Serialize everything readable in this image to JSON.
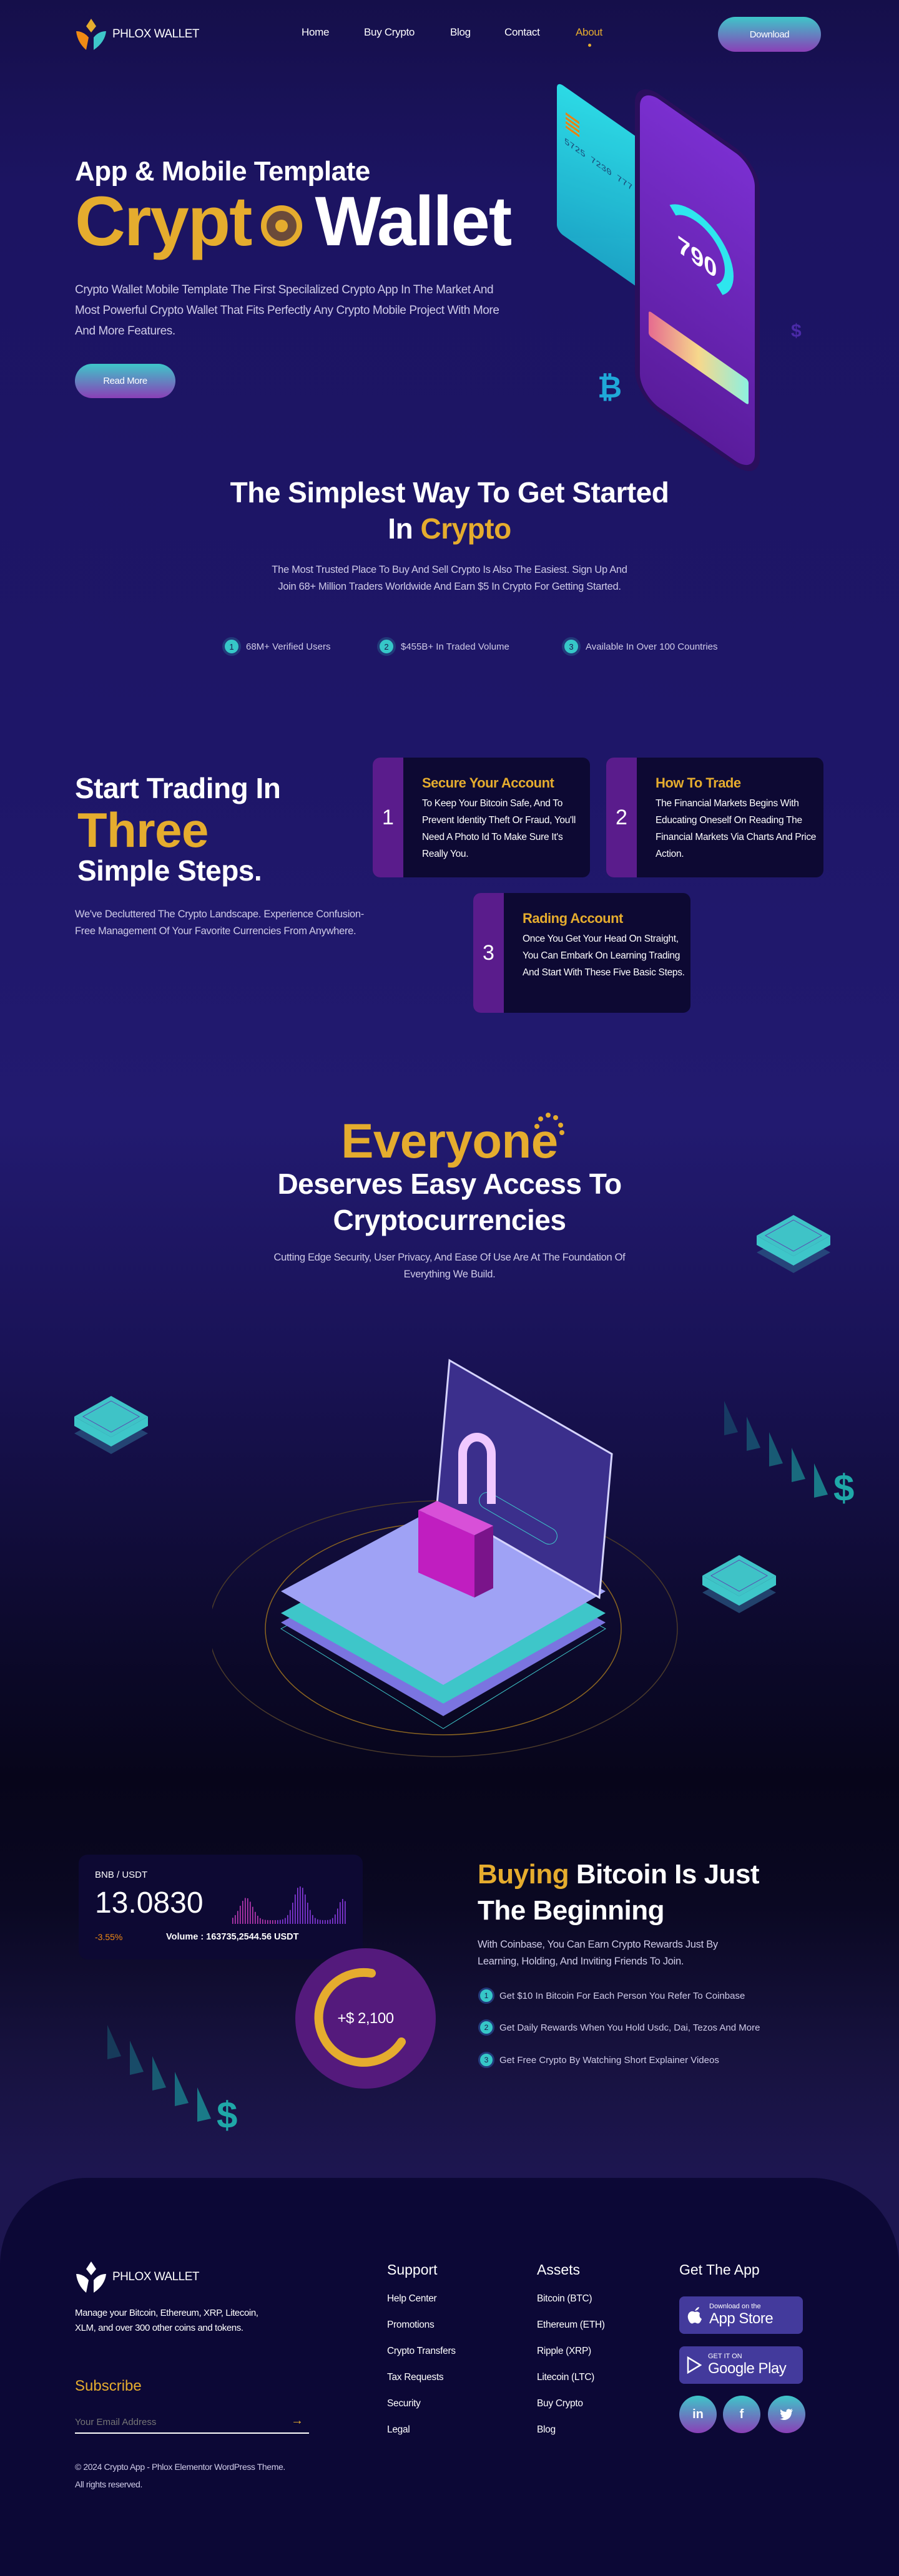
{
  "brand": {
    "name": "PHLOX WALLET"
  },
  "nav": {
    "items": [
      "Home",
      "Buy Crypto",
      "Blog",
      "Contact",
      "About"
    ],
    "active": "About",
    "download": "Download"
  },
  "hero": {
    "subtitle": "App & Mobile Template",
    "title_gold": "Crypt",
    "title_white": "Wallet",
    "description": "Crypto Wallet Mobile Template The First Specilalized Crypto App In The Market And Most Powerful Crypto Wallet That Fits Perfectly Any Crypto Mobile Project With More And More Features.",
    "read_more": "Read More",
    "card_number": "5725 7230 777",
    "phone_score": "790"
  },
  "started": {
    "title_line1": "The Simplest Way To Get Started",
    "title_in": "In",
    "title_gold": "Crypto",
    "description": "The Most Trusted Place To Buy And Sell Crypto Is Also The Easiest. Sign Up And Join 68+ Million Traders Worldwide And Earn $5 In Crypto For Getting Started.",
    "stats": [
      {
        "num": "1",
        "label": "68M+ Verified Users"
      },
      {
        "num": "2",
        "label": "$455B+ In Traded Volume"
      },
      {
        "num": "3",
        "label": "Available In Over 100 Countries"
      }
    ]
  },
  "steps": {
    "title_line1": "Start Trading In",
    "title_gold": "Three",
    "title_line3": "Simple Steps.",
    "description": "We've Decluttered The Crypto Landscape. Experience Confusion-Free Management Of Your Favorite Currencies From Anywhere.",
    "cards": [
      {
        "num": "1",
        "title": "Secure Your Account",
        "text": "To Keep Your Bitcoin Safe, And To Prevent Identity Theft Or Fraud, You'll Need A Photo Id To Make Sure It's Really You."
      },
      {
        "num": "2",
        "title": "How To Trade",
        "text": "The Financial Markets Begins With Educating Oneself On Reading The Financial Markets Via Charts And Price Action."
      },
      {
        "num": "3",
        "title": "Rading Account",
        "text": "Once You Get Your Head On Straight, You Can Embark On Learning Trading And Start With These Five Basic Steps."
      }
    ]
  },
  "access": {
    "title_gold": "Everyone",
    "title_line2": "Deserves Easy Access To",
    "title_line3": "Cryptocurrencies",
    "description": "Cutting Edge Security, User Privacy, And Ease Of Use Are At The Foundation Of Everything We Build."
  },
  "buying": {
    "ticker": {
      "pair": "BNB / USDT",
      "price": "13.0830",
      "change": "-3.55%",
      "volume": "Volume : 163735,2544.56 USDT"
    },
    "badge": "+$ 2,100",
    "title_gold": "Buying",
    "title_rest": "Bitcoin Is Just",
    "title_line2": "The Beginning",
    "description": "With Coinbase, You Can Earn Crypto Rewards Just By Learning, Holding, And Inviting Friends To Join.",
    "list": [
      {
        "num": "1",
        "text": "Get $10 In Bitcoin For Each Person You Refer To Coinbase"
      },
      {
        "num": "2",
        "text": "Get Daily Rewards When You Hold Usdc, Dai, Tezos And More"
      },
      {
        "num": "3",
        "text": "Get Free Crypto By Watching Short Explainer Videos"
      }
    ]
  },
  "footer": {
    "description": "Manage your Bitcoin, Ethereum, XRP, Litecoin, XLM, and over 300 other coins and tokens.",
    "subscribe": "Subscribe",
    "email_placeholder": "Your Email Address",
    "copyright": "© 2024 Crypto App - Phlox Elementor WordPress Theme.",
    "rights": "All rights reserved.",
    "support": {
      "title": "Support",
      "links": [
        "Help Center",
        "Promotions",
        "Crypto Transfers",
        "Tax Requests",
        "Security",
        "Legal"
      ]
    },
    "assets": {
      "title": "Assets",
      "links": [
        "Bitcoin (BTC)",
        "Ethereum (ETH)",
        "Ripple (XRP)",
        "Litecoin (LTC)",
        "Buy Crypto",
        "Blog"
      ]
    },
    "app": {
      "title": "Get The App",
      "appstore_small": "Download on the",
      "appstore_big": "App Store",
      "gplay_small": "GET IT ON",
      "gplay_big": "Google Play"
    },
    "social": [
      "in",
      "f",
      "t"
    ]
  },
  "colors": {
    "gold": "#e5ac2e",
    "teal": "#36c7c8",
    "purple": "#5a1c8c",
    "footer": "#0c0836"
  }
}
